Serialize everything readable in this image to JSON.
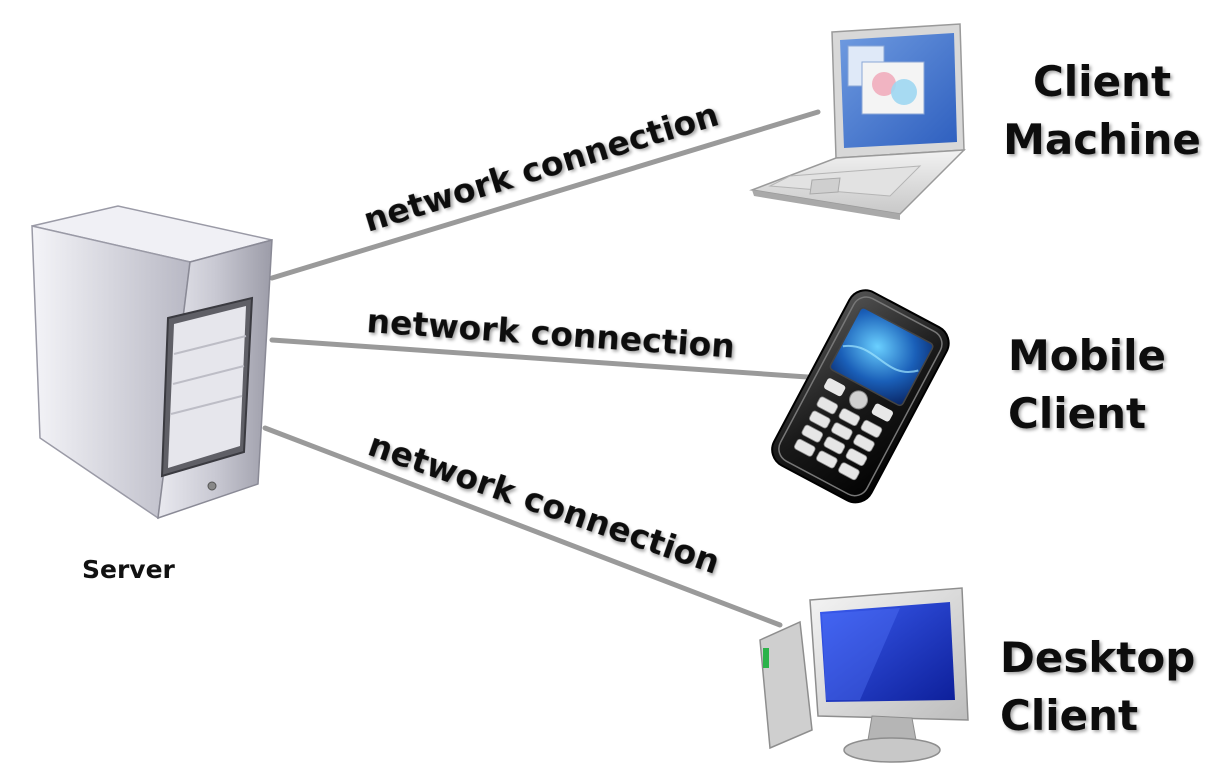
{
  "server": {
    "label": "Server",
    "icon": "server-tower-icon"
  },
  "connections": [
    {
      "label": "network connection",
      "target": "laptop"
    },
    {
      "label": "network connection",
      "target": "mobile"
    },
    {
      "label": "network connection",
      "target": "desktop"
    }
  ],
  "clients": [
    {
      "id": "laptop",
      "line1": "Client",
      "line2": "Machine",
      "icon": "laptop-icon"
    },
    {
      "id": "mobile",
      "line1": "Mobile",
      "line2": "Client",
      "icon": "mobile-phone-icon"
    },
    {
      "id": "desktop",
      "line1": "Desktop",
      "line2": "Client",
      "icon": "desktop-computer-icon"
    }
  ],
  "colors": {
    "connector": "#9a9a9a",
    "text": "#111111",
    "screen_blue": "#1f3fd0"
  }
}
